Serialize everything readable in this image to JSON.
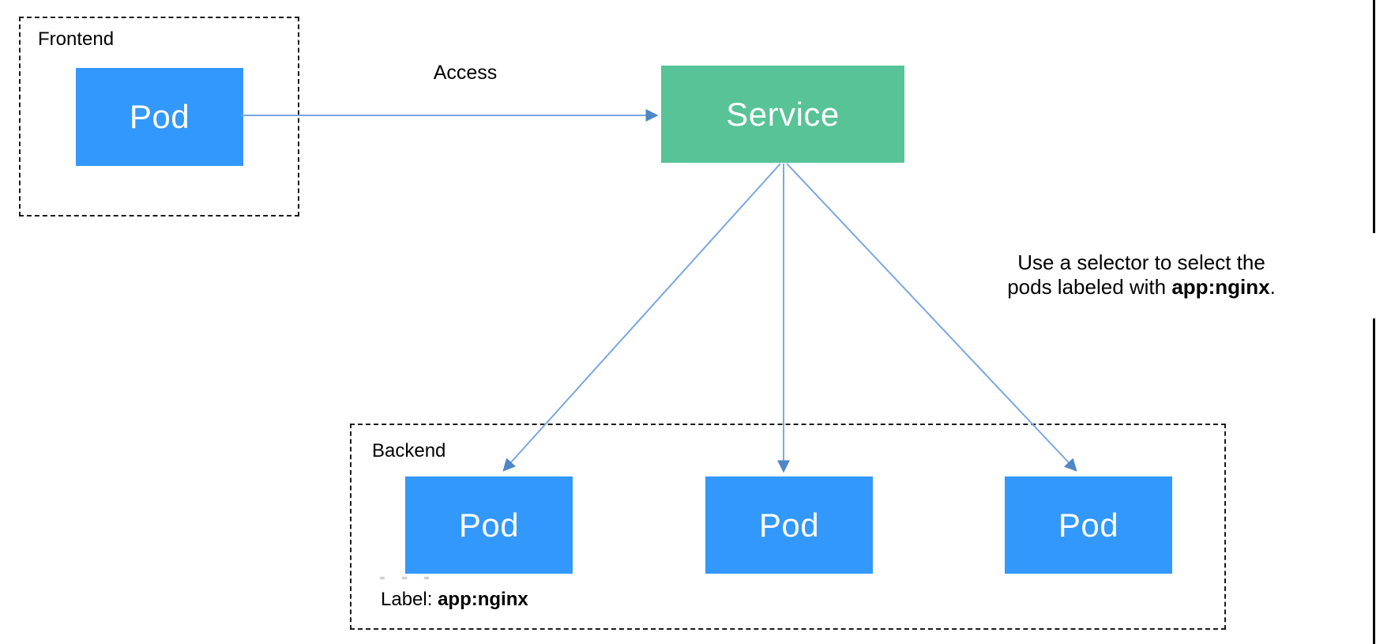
{
  "diagram": {
    "frontend": {
      "label": "Frontend",
      "pod": "Pod"
    },
    "access": {
      "label": "Access"
    },
    "service": {
      "label": "Service"
    },
    "backend": {
      "label": "Backend",
      "pods": [
        "Pod",
        "Pod",
        "Pod"
      ],
      "caption_prefix": "Label: ",
      "caption_bold": "app:nginx"
    },
    "annotation": {
      "line1": "Use a selector to select the",
      "line2_prefix": "pods labeled with ",
      "line2_bold": "app:nginx",
      "line2_suffix": "."
    },
    "colors": {
      "pod_fill": "#3398FC",
      "service_fill": "#57C396",
      "arrow_line": "#7AA7E0",
      "arrow_head": "#4F86C8",
      "group_border": "#1A1A1A",
      "box_text": "#FFFFFF",
      "label_text": "#000000",
      "page_edge_line": "#000000"
    }
  }
}
